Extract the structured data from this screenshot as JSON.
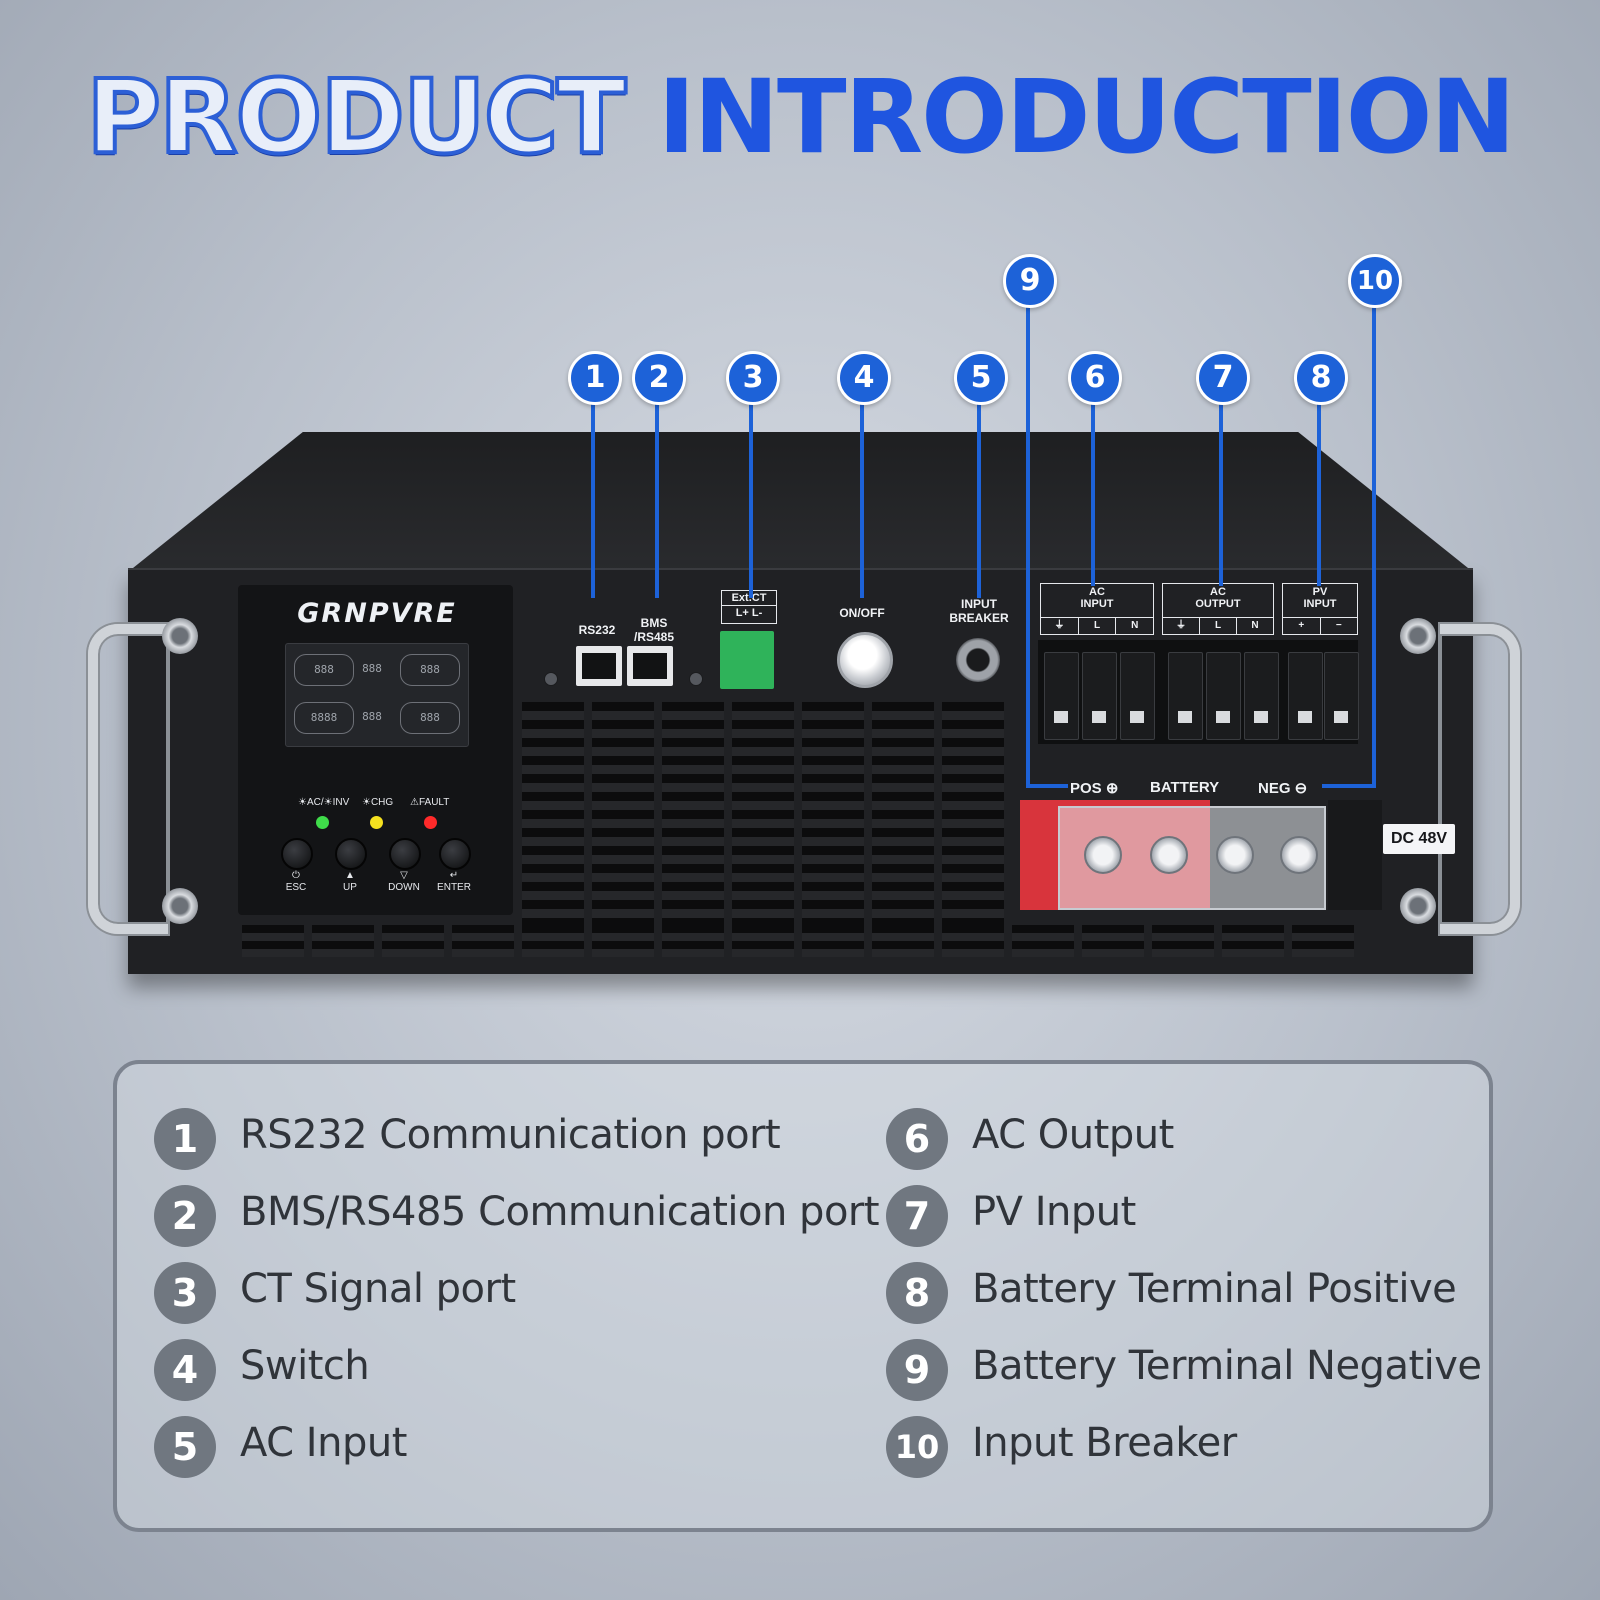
{
  "title": {
    "word1": "PRODUCT",
    "word2": "INTRODUCTION"
  },
  "device": {
    "brand": "GRNPVRE",
    "lcd_readouts": [
      "888",
      "888",
      "888",
      "8888",
      "888",
      "888"
    ],
    "indicators": [
      {
        "label": "☀AC/☀INV",
        "color": "#3fdc4a"
      },
      {
        "label": "☀CHG",
        "color": "#f5e11f"
      },
      {
        "label": "⚠FAULT",
        "color": "#ff2a2a"
      }
    ],
    "buttons": [
      {
        "label": "ESC",
        "icon": "power-icon"
      },
      {
        "label": "UP",
        "icon": "triangle-up-icon"
      },
      {
        "label": "DOWN",
        "icon": "triangle-down-icon"
      },
      {
        "label": "ENTER",
        "icon": "return-icon"
      }
    ],
    "ports": {
      "rs232": "RS232",
      "bms_line1": "BMS",
      "bms_line2": "/RS485",
      "ct_title": "Ext.CT",
      "ct_pins": "L+ L-",
      "onoff": "ON/OFF",
      "breaker_line1": "INPUT",
      "breaker_line2": "BREAKER"
    },
    "terminals": {
      "ac_input": {
        "line1": "AC",
        "line2": "INPUT",
        "pins": [
          "⏚",
          "L",
          "N"
        ]
      },
      "ac_output": {
        "line1": "AC",
        "line2": "OUTPUT",
        "pins": [
          "⏚",
          "L",
          "N"
        ]
      },
      "pv_input": {
        "line1": "PV",
        "line2": "INPUT",
        "pins": [
          "+",
          "−"
        ]
      }
    },
    "battery": {
      "pos": "POS ⊕",
      "label": "BATTERY",
      "neg": "NEG ⊖",
      "voltage": "DC 48V"
    }
  },
  "callouts": [
    "1",
    "2",
    "3",
    "4",
    "5",
    "6",
    "7",
    "8",
    "9",
    "10"
  ],
  "legend": [
    {
      "num": "1",
      "text": "RS232 Communication port"
    },
    {
      "num": "2",
      "text": "BMS/RS485 Communication port"
    },
    {
      "num": "3",
      "text": "CT Signal port"
    },
    {
      "num": "4",
      "text": "Switch"
    },
    {
      "num": "5",
      "text": "AC Input"
    },
    {
      "num": "6",
      "text": "AC Output"
    },
    {
      "num": "7",
      "text": "PV Input"
    },
    {
      "num": "8",
      "text": "Battery Terminal Positive"
    },
    {
      "num": "9",
      "text": "Battery Terminal Negative"
    },
    {
      "num": "10",
      "text": "Input Breaker"
    }
  ],
  "colors": {
    "accent": "#1d62d8",
    "title_blue": "#1f55e0",
    "legend_badge": "#707780"
  }
}
